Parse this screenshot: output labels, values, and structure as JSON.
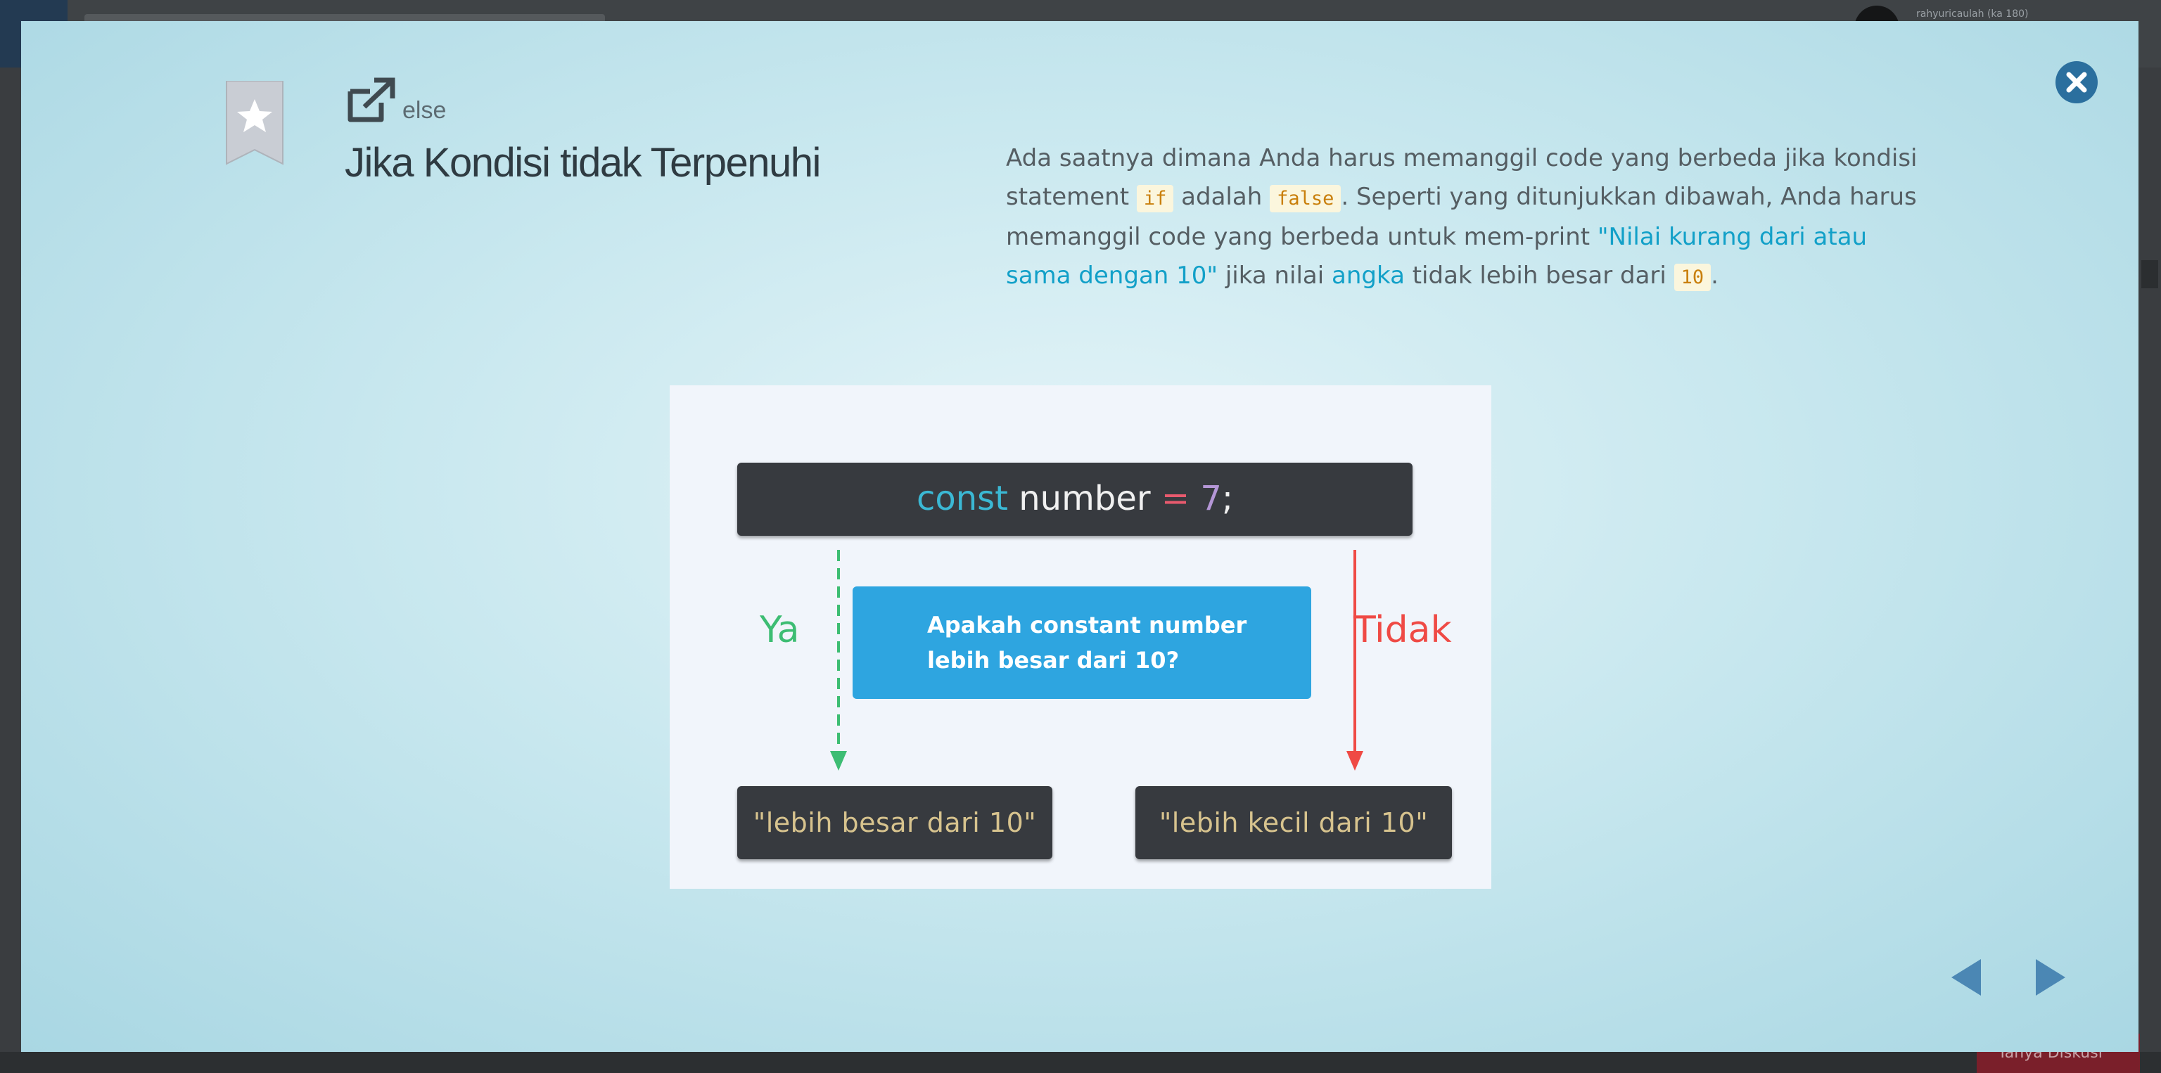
{
  "background": {
    "username": "rahyuricaulah (ka 180)",
    "footer_button": "Tanya Diskusi"
  },
  "modal": {
    "breadcrumb": "else",
    "title": "Jika Kondisi tidak Terpenuhi",
    "description": {
      "p1": "Ada saatnya dimana Anda harus memanggil code yang berbeda jika kondisi statement ",
      "code_if": "if",
      "p2": " adalah ",
      "code_false": "false",
      "p3": ". Seperti yang ditunjukkan dibawah, Anda harus memanggil code yang berbeda untuk mem-print ",
      "hl1": "\"Nilai kurang dari atau sama dengan 10\"",
      "p4": " jika nilai ",
      "hl2": "angka",
      "p5": " tidak lebih besar dari ",
      "code_10": "10",
      "p6": "."
    },
    "icons": {
      "bookmark": "bookmark-star-icon",
      "external": "external-link-icon",
      "close": "close-icon",
      "prev": "arrow-left-icon",
      "next": "arrow-right-icon"
    }
  },
  "diagram": {
    "code": {
      "keyword": "const",
      "name": " number ",
      "operator": "=",
      "value": " 7",
      "semicolon": ";"
    },
    "question_line1": "Apakah constant number",
    "question_line2": "lebih besar dari 10?",
    "yes_label": "Ya",
    "no_label": "Tidak",
    "yes_result": "\"lebih besar dari 10\"",
    "no_result": "\"lebih kecil dari 10\"",
    "colors": {
      "yes": "#3dbd73",
      "no": "#ef4a45",
      "question": "#2ea5e0"
    }
  }
}
